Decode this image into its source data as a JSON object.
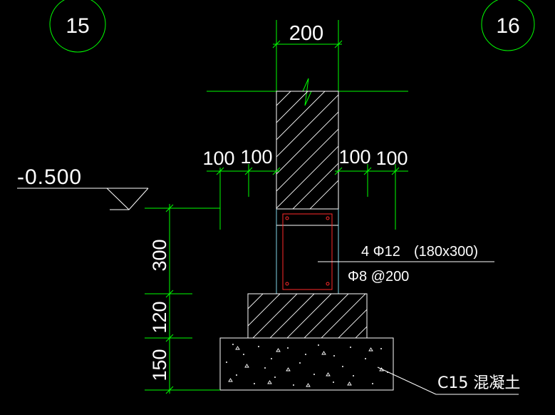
{
  "axes": {
    "left_label": "15",
    "right_label": "16"
  },
  "dimensions": {
    "wall_width": "200",
    "step_left_outer": "100",
    "step_left_inner": "100",
    "step_right_inner": "100",
    "step_right_outer": "100",
    "beam_height": "300",
    "footing_height": "120",
    "cushion_height": "150"
  },
  "elevation": {
    "value": "-0.500"
  },
  "annotations": {
    "beam_main_rebar": "4 Φ12",
    "beam_section": "(180x300)",
    "beam_stirrup": "Φ8 @200",
    "cushion_material": "C15 混凝土"
  },
  "colors": {
    "background": "#000000",
    "dimension_line": "#00ff00",
    "outline": "#ffffff",
    "beam_outline": "#7fd3e6",
    "rebar": "#ff2a2a"
  }
}
